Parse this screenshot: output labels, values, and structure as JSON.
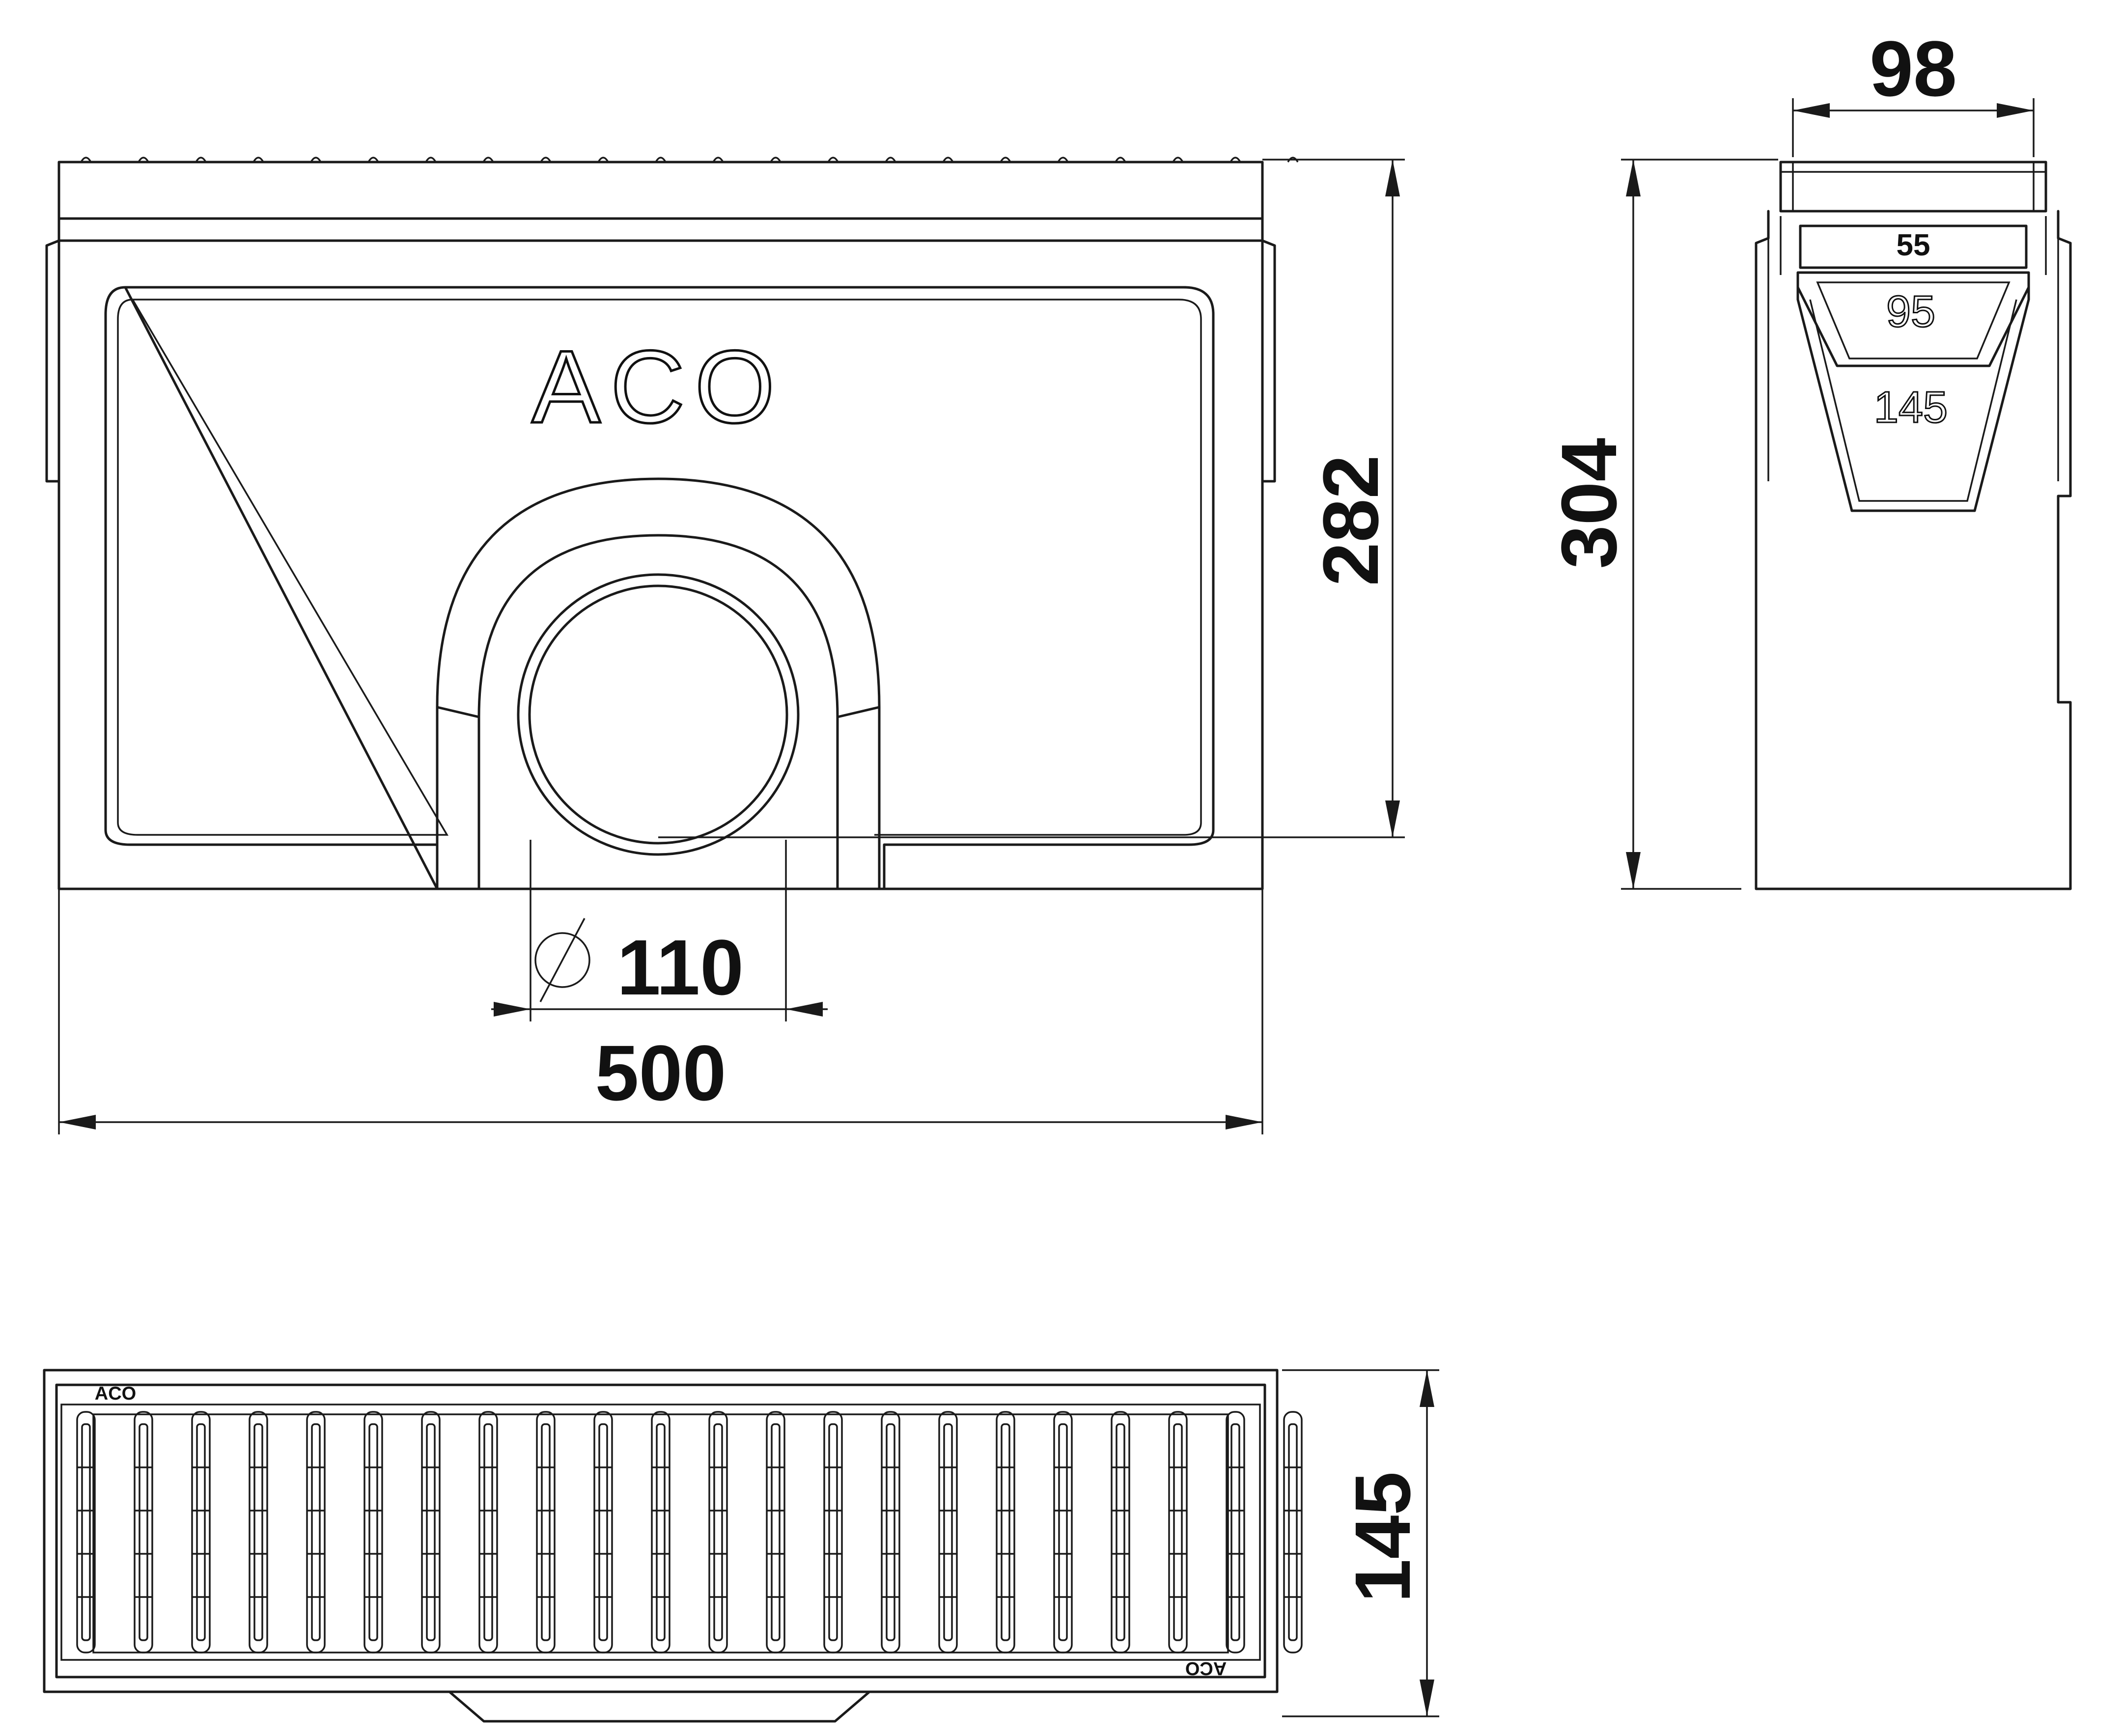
{
  "front_view": {
    "logo": "ACO",
    "dim_width": "500",
    "dim_height": "282",
    "dim_outlet": "110",
    "diameter_symbol": "⌀"
  },
  "side_view": {
    "dim_top_width": "98",
    "dim_height": "304",
    "section_labels": [
      "55",
      "95",
      "145"
    ]
  },
  "top_view": {
    "dim_width": "145",
    "grate_logo_left": "ACO",
    "grate_logo_right": "ACO"
  }
}
